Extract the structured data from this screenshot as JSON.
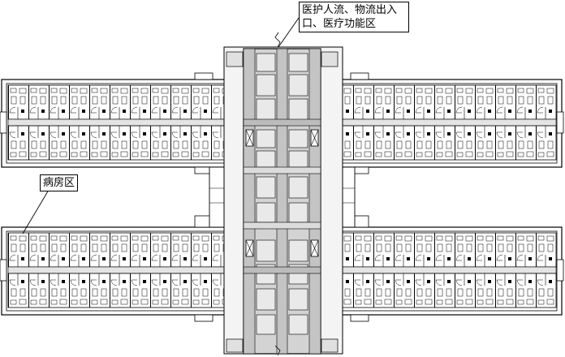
{
  "callouts": {
    "entrance": {
      "line1": "医护人流、物流出入",
      "line2": "口、医疗功能区"
    },
    "ward": {
      "label": "病房区"
    }
  },
  "colors": {
    "ink": "#000000",
    "corridor_fill": "#d3d3d3",
    "room_fill": "#ffffff",
    "core_fill": "#c8c8c8"
  }
}
